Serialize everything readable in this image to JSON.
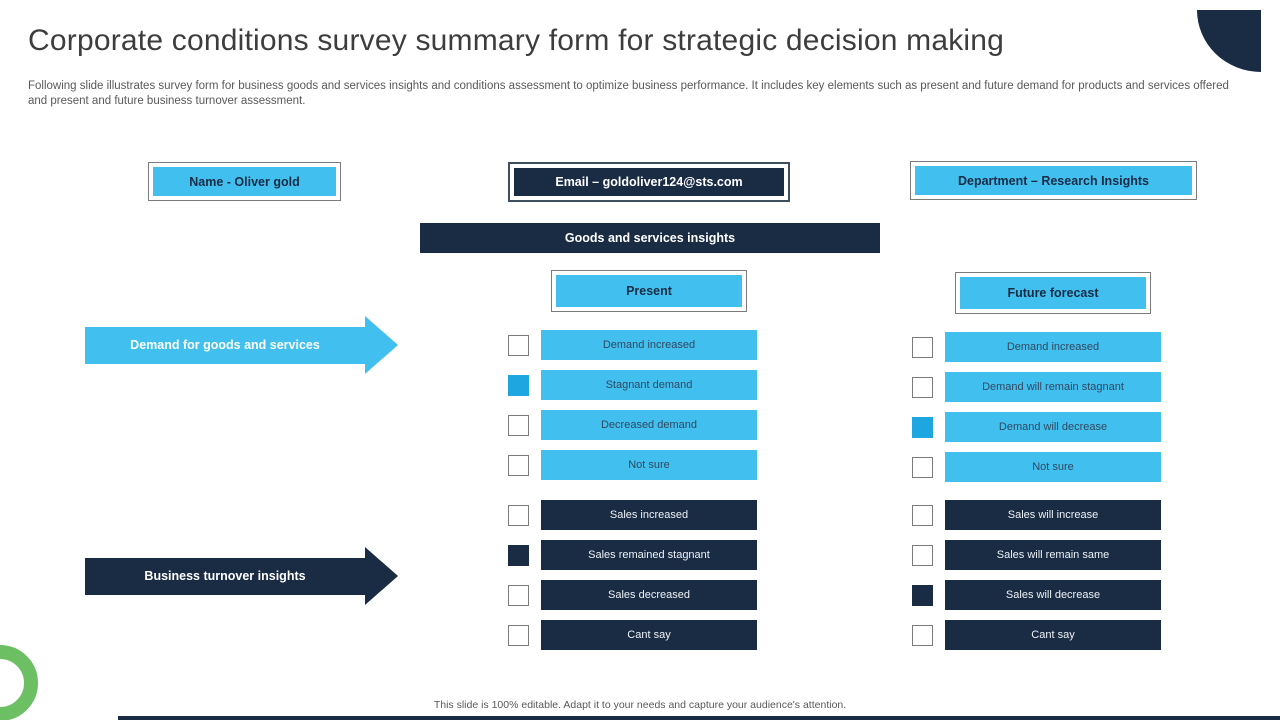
{
  "slide": {
    "title": "Corporate conditions survey summary form for strategic decision making",
    "description": "Following slide illustrates survey form for business goods and services insights and conditions assessment to optimize business performance. It includes key elements such as present and future demand for products and services offered and present and future business turnover assessment.",
    "footer_note": "This slide is 100% editable. Adapt it to your needs and capture your audience's attention."
  },
  "respondent_fields": {
    "name": "Name - Oliver gold",
    "email": "Email – goldoliver124@sts.com",
    "department": "Department – Research Insights"
  },
  "section": {
    "banner": "Goods and services insights",
    "present_header": "Present",
    "future_header": "Future forecast"
  },
  "row_labels": {
    "demand": "Demand for goods and services",
    "turnover": "Business turnover insights"
  },
  "groups": {
    "present_demand": {
      "options": [
        {
          "label": "Demand increased",
          "checked": false
        },
        {
          "label": "Stagnant demand",
          "checked": true
        },
        {
          "label": "Decreased demand",
          "checked": false
        },
        {
          "label": "Not sure",
          "checked": false
        }
      ]
    },
    "present_turnover": {
      "options": [
        {
          "label": "Sales increased",
          "checked": false
        },
        {
          "label": "Sales remained stagnant",
          "checked": true
        },
        {
          "label": "Sales decreased",
          "checked": false
        },
        {
          "label": "Cant say",
          "checked": false
        }
      ]
    },
    "future_demand": {
      "options": [
        {
          "label": "Demand increased",
          "checked": false
        },
        {
          "label": "Demand will remain stagnant",
          "checked": false
        },
        {
          "label": "Demand will decrease",
          "checked": true
        },
        {
          "label": "Not sure",
          "checked": false
        }
      ]
    },
    "future_turnover": {
      "options": [
        {
          "label": "Sales will increase",
          "checked": false
        },
        {
          "label": "Sales will remain same",
          "checked": false
        },
        {
          "label": "Sales will decrease",
          "checked": true
        },
        {
          "label": "Cant say",
          "checked": false
        }
      ]
    }
  },
  "colors": {
    "accent_blue": "#41c0f0",
    "checked_blue": "#1ea6e0",
    "navy": "#1a2b44",
    "green": "#6cbf63",
    "border_gray": "#7b7b7b",
    "text_gray": "#595959"
  }
}
